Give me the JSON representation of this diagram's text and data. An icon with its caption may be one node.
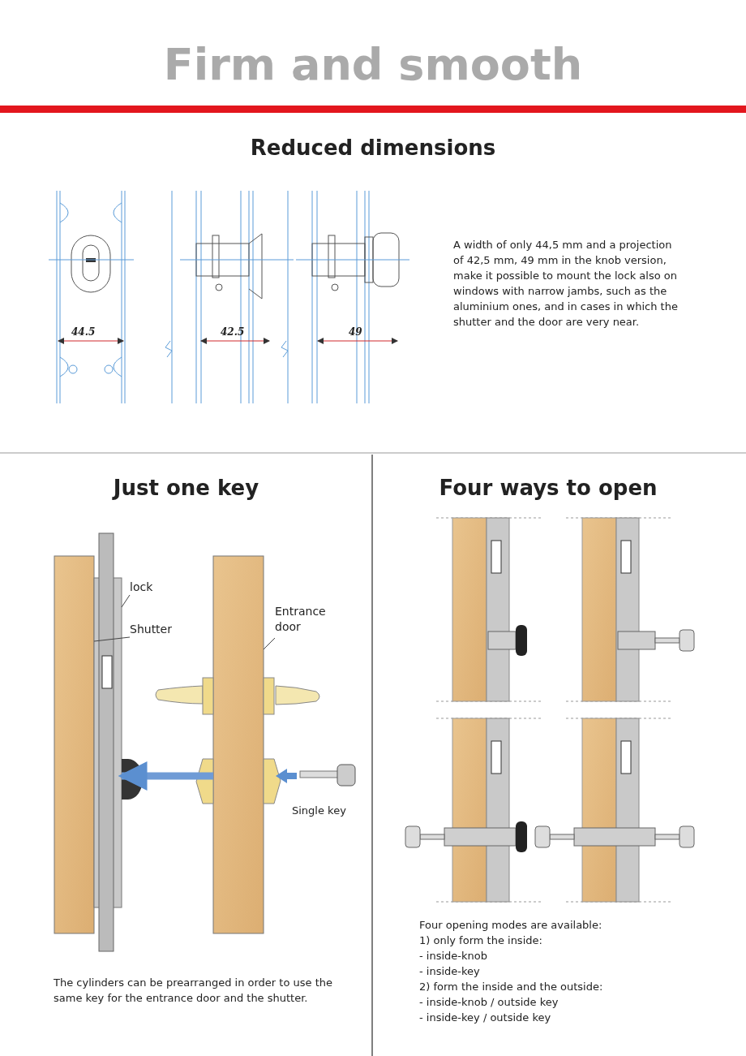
{
  "diagram": {
    "title": "Firm and smooth",
    "nodes": [
      {
        "text": [
          "lock"
        ]
      },
      {
        "text": [
          "Shutter"
        ]
      },
      {
        "text": [
          "Entrance door"
        ]
      },
      {
        "text": [],
        "shape": "box"
      },
      {
        "text": [],
        "shape": "box"
      },
      {
        "text": [],
        "shape": "box"
      }
    ],
    "edges": [
      {
        "from": 0,
        "to": 4,
        "arrow": "none"
      },
      {
        "from": 1,
        "to": 3,
        "arrow": "none"
      },
      {
        "from": 2,
        "to": 5,
        "arrow": "none"
      },
      {
        "from": 5,
        "to": 4,
        "arrow": "to",
        "style": "thick",
        "color": "#6f9bd6"
      }
    ],
    "labels": [
      "Reduced dimensions",
      "44.5",
      "42.5",
      "49",
      "A width of only 44,5 mm and a projection of 42,5 mm, 49 mm in the knob version, make it possible to mount the lock also on windows with narrow jambs, such as the aluminium ones, and in cases in which the shutter and the door are very near.",
      "Just one key",
      "Four ways to open",
      "Single key",
      "The cylinders can be prearranged in order to use the same key for the entrance door and the shutter.",
      "Four opening modes are available:",
      "1) only form the inside:",
      "- inside-knob",
      "- inside-key",
      "2) form the inside and the outside:",
      "- inside-knob / outside key",
      "- inside-key / outside key"
    ]
  }
}
